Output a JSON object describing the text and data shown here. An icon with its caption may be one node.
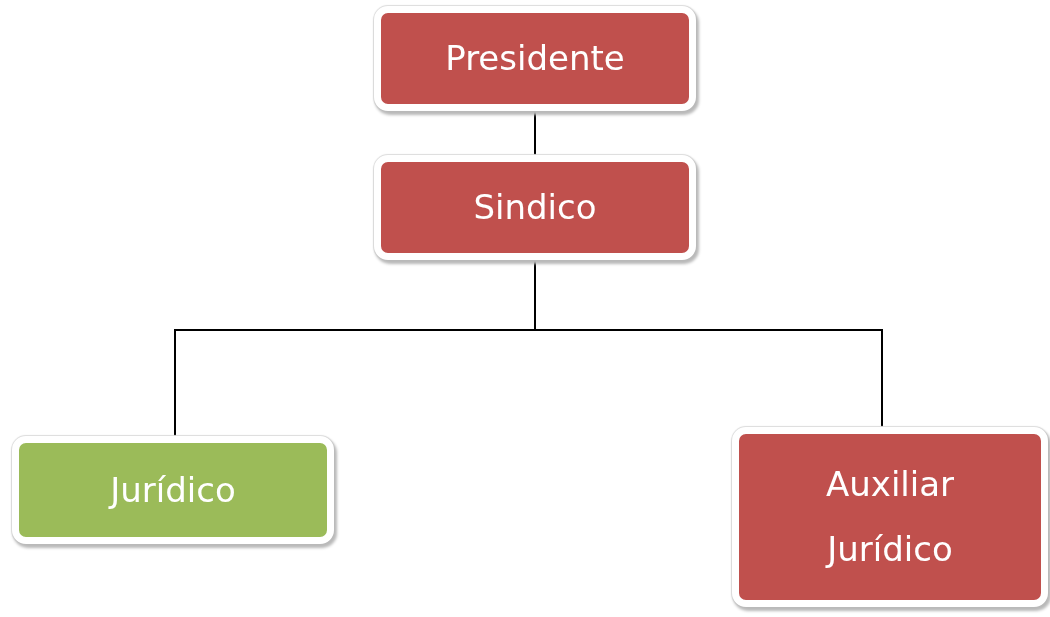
{
  "diagram": {
    "nodes": [
      {
        "text": [
          "Presidente"
        ]
      },
      {
        "text": [
          "Sindico"
        ]
      },
      {
        "text": [
          "Jurídico"
        ]
      },
      {
        "text": [
          "Auxiliar Jurídico"
        ]
      }
    ],
    "edges": [
      {
        "from": 0,
        "to": 1,
        "arrow": "none"
      },
      {
        "from": 1,
        "to": 2,
        "arrow": "none"
      },
      {
        "from": 1,
        "to": 3,
        "arrow": "none"
      }
    ]
  }
}
